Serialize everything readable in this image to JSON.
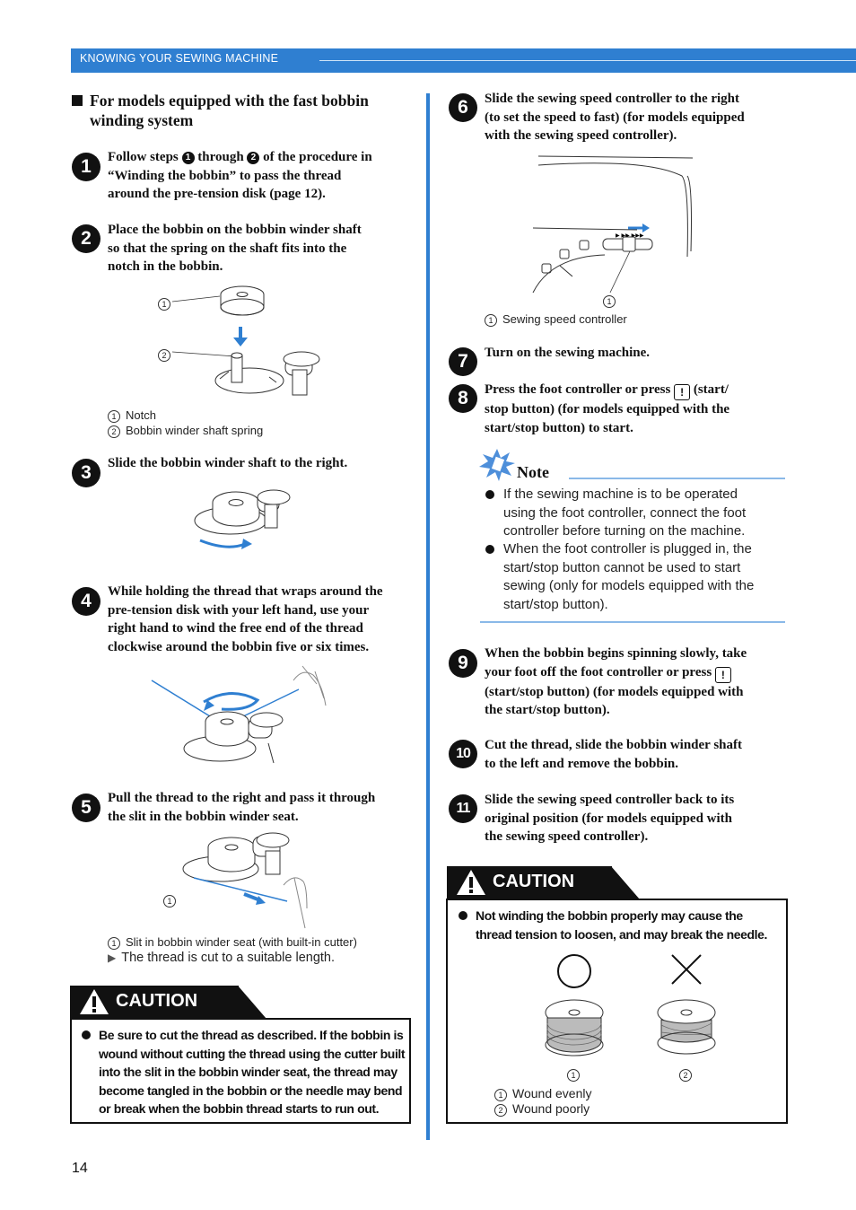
{
  "header": {
    "section": "KNOWING YOUR SEWING MACHINE"
  },
  "left": {
    "title_line1": "For models equipped with the fast bobbin",
    "title_line2": "winding system",
    "step1": {
      "num": "1",
      "a": "Follow steps ",
      "n1": "1",
      "b": " through ",
      "n2": "2",
      "c": " of the procedure in",
      "line2": "“Winding the bobbin” to pass the thread",
      "line3": "around the pre-tension disk (page 12)."
    },
    "step2": {
      "num": "2",
      "line1": "Place the bobbin on the bobbin winder shaft",
      "line2": "so that the spring on the shaft fits into the",
      "line3": "notch in the bobbin.",
      "cap1_num": "1",
      "cap1": "Notch",
      "cap2_num": "2",
      "cap2": "Bobbin winder shaft spring",
      "fig_label1": "1",
      "fig_label2": "2"
    },
    "step3": {
      "num": "3",
      "line1": "Slide the bobbin winder shaft to the right."
    },
    "step4": {
      "num": "4",
      "line1": "While holding the thread that wraps around the",
      "line2": "pre-tension disk with your left hand, use your",
      "line3": "right hand to wind the free end of the thread",
      "line4": "clockwise around the bobbin five or six times."
    },
    "step5": {
      "num": "5",
      "line1": "Pull the thread to the right and pass it through",
      "line2": "the slit in the bobbin winder seat.",
      "fig_label1": "1",
      "cap1_num": "1",
      "cap1": "Slit in bobbin winder seat (with built-in cutter)",
      "result": "The thread is cut to a suitable length."
    },
    "caution": {
      "title": "CAUTION",
      "line1": "Be sure to cut the thread as described. If the bobbin is",
      "line2": "wound without cutting the thread using the cutter built",
      "line3": "into the slit in the bobbin winder seat, the thread may",
      "line4": "become tangled in the bobbin or the needle may bend",
      "line5": "or break when the bobbin thread starts to run out."
    }
  },
  "right": {
    "step6": {
      "num": "6",
      "line1": "Slide the sewing speed controller to the right",
      "line2": "(to set the speed to fast) (for models equipped",
      "line3": "with the sewing speed controller).",
      "fig_label1": "1",
      "cap1_num": "1",
      "cap1": "Sewing speed controller"
    },
    "step7": {
      "num": "7",
      "line1": "Turn on the sewing machine."
    },
    "step8": {
      "num": "8",
      "a": "Press the foot controller or press ",
      "b": " (start/",
      "line2": "stop button) (for models equipped with the",
      "line3": "start/stop button) to start."
    },
    "note": {
      "title": "Note",
      "b1_l1": "If the sewing machine is to be operated",
      "b1_l2": "using the foot controller, connect the foot",
      "b1_l3": "controller before turning on the machine.",
      "b2_l1": "When the foot controller is plugged in, the",
      "b2_l2": "start/stop button cannot be used to start",
      "b2_l3": "sewing (only for models equipped with the",
      "b2_l4": "start/stop button)."
    },
    "step9": {
      "num": "9",
      "line1": "When the bobbin begins spinning slowly, take",
      "a": "your foot off the foot controller or press ",
      "line3": "(start/stop button) (for models equipped with",
      "line4": "the start/stop button)."
    },
    "step10": {
      "num": "10",
      "line1": "Cut the thread, slide the bobbin winder shaft",
      "line2": "to the left and remove the bobbin."
    },
    "step11": {
      "num": "11",
      "line1": "Slide the sewing speed controller back to its",
      "line2": "original position (for models equipped with",
      "line3": "the sewing speed controller)."
    },
    "caution": {
      "title": "CAUTION",
      "line1": "Not winding the bobbin properly may cause the",
      "line2": "thread tension to loosen, and may break the needle.",
      "fig_label1": "1",
      "fig_label2": "2",
      "cap1_num": "1",
      "cap1": "Wound evenly",
      "cap2_num": "2",
      "cap2": "Wound poorly"
    }
  },
  "page_number": "14"
}
